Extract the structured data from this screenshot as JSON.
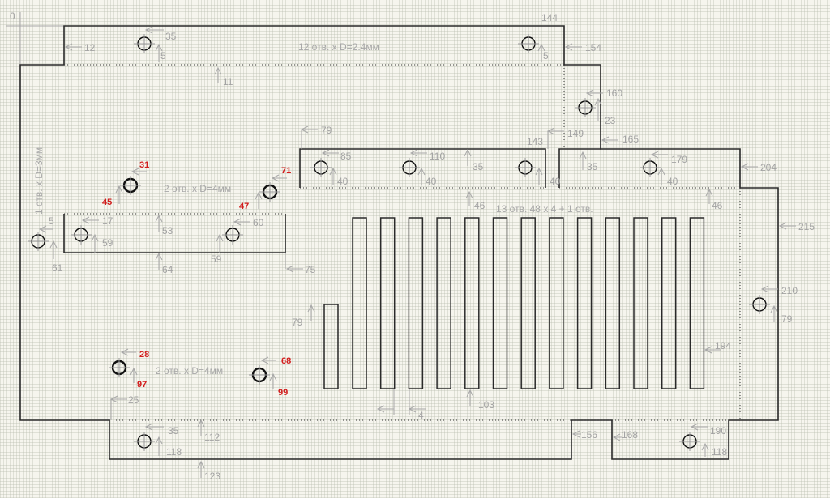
{
  "origin_label": "0",
  "notes": {
    "top_holes": "12 отв. x D=2.4мм",
    "slots": "13 отв. 48 x 4 + 1 отв.",
    "left_hole": "1 отв. x D=3мм",
    "holes_upper": "2 отв. x D=4мм",
    "holes_lower": "2 отв. x D=4мм"
  },
  "dims": [
    "12",
    "35",
    "5",
    "11",
    "144",
    "5",
    "154",
    "160",
    "23",
    "165",
    "149",
    "143",
    "79",
    "85",
    "40",
    "110",
    "40",
    "35",
    "40",
    "35",
    "179",
    "40",
    "204",
    "46",
    "46",
    "215",
    "5",
    "17",
    "59",
    "53",
    "60",
    "59",
    "61",
    "64",
    "75",
    "79",
    "194",
    "210",
    "79",
    "25",
    "4",
    "103",
    "35",
    "112",
    "118",
    "123",
    "156",
    "168",
    "190",
    "118"
  ],
  "red_dims": [
    "31",
    "45",
    "71",
    "47",
    "28",
    "97",
    "68",
    "99"
  ],
  "colors": {
    "outline": "#2a2a2a",
    "dimension": "#a3a3a3",
    "highlight": "#d21c1c"
  }
}
